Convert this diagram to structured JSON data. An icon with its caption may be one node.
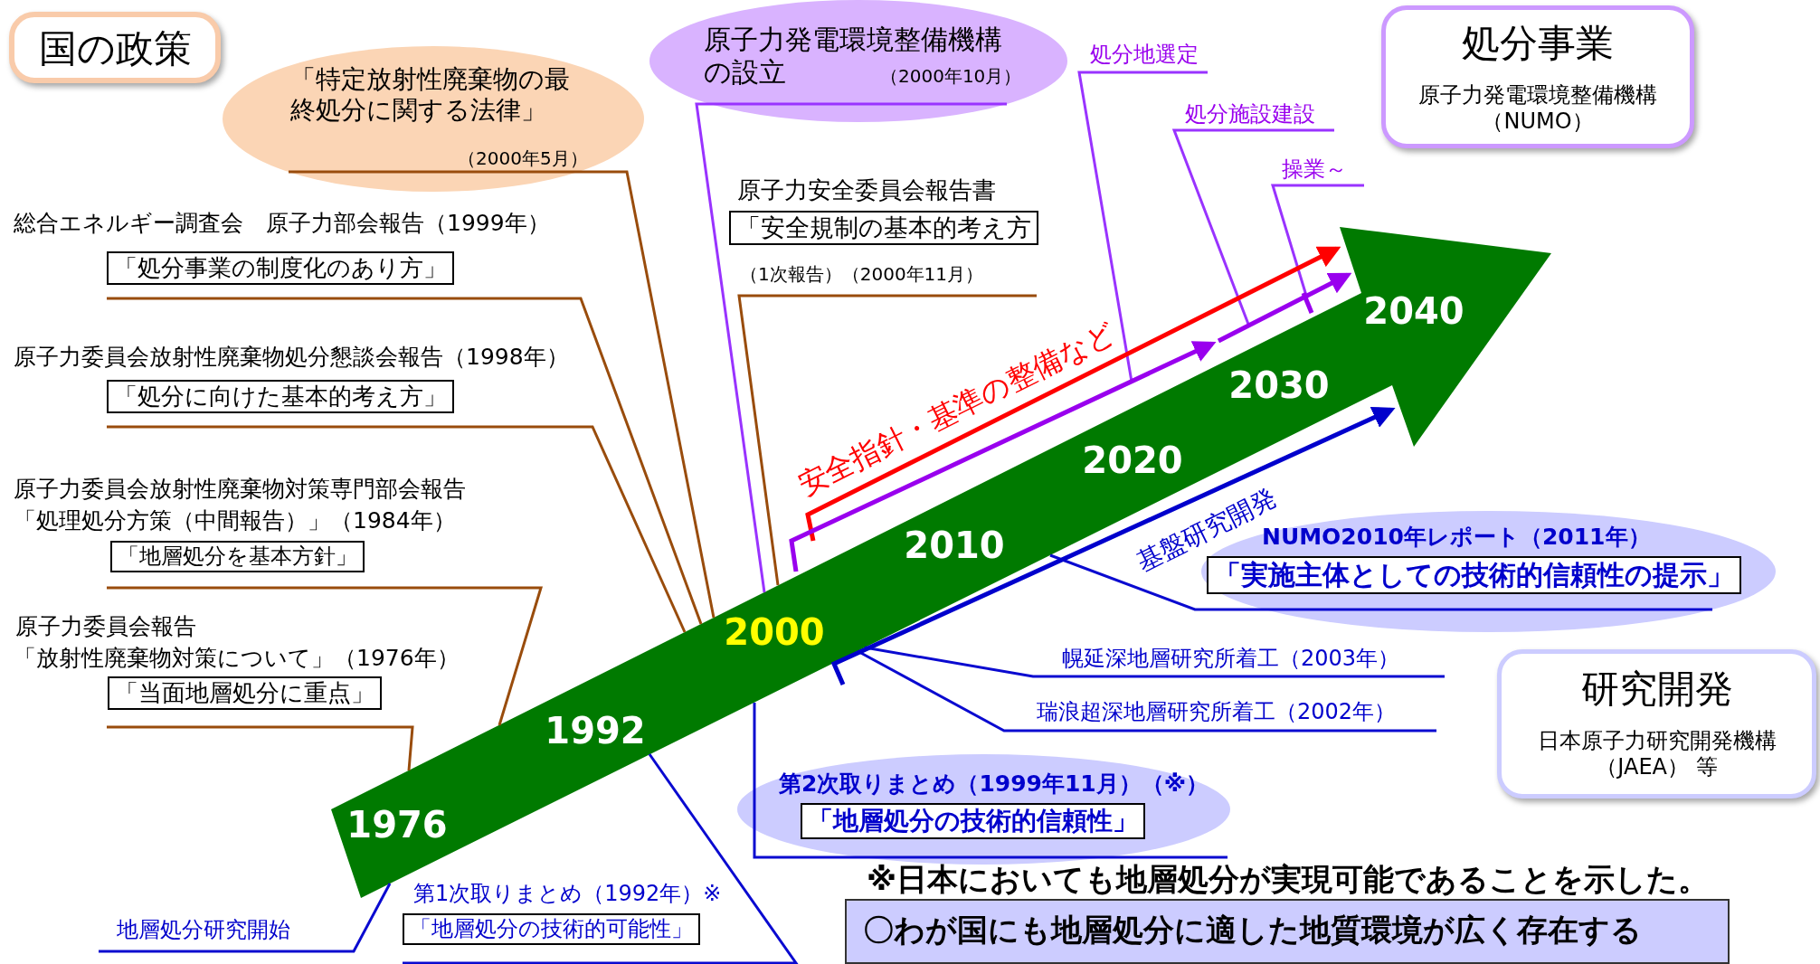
{
  "diagram": {
    "nodes": [
      {
        "text": [
          "国の政策"
        ]
      },
      {
        "text": [
          "「特定放射性廃棄物の最終処分に関する法律」",
          "（2000年5月）"
        ]
      },
      {
        "text": [
          "原子力発電環境整備機構の設立",
          "（2000年10月）"
        ]
      },
      {
        "text": [
          "処分地選定"
        ]
      },
      {
        "text": [
          "処分施設建設"
        ]
      },
      {
        "text": [
          "操業～"
        ]
      },
      {
        "text": [
          "処分事業",
          "原子力発電環境整備機構（NUMO）"
        ]
      },
      {
        "text": [
          "総合エネルギー調査会　原子力部会報告（1999年）",
          "「処分事業の制度化のあり方」"
        ]
      },
      {
        "text": [
          "原子力安全委員会報告書",
          "「安全規制の基本的考え方",
          "（1次報告）（2000年11月）"
        ]
      },
      {
        "text": [
          "原子力委員会放射性廃棄物処分懇談会報告（1998年）",
          "「処分に向けた基本的考え方」"
        ]
      },
      {
        "text": [
          "原子力委員会放射性廃棄物対策専門部会報告",
          "「処理処分方策（中間報告）」（1984年）",
          "「地層処分を基本方針」"
        ]
      },
      {
        "text": [
          "原子力委員会報告",
          "「放射性廃棄物対策について」（1976年）",
          "「当面地層処分に重点」"
        ]
      },
      {
        "text": [
          "NUMO2010年レポート（2011年）",
          "「実施主体としての技術的信頼性の提示」"
        ]
      },
      {
        "text": [
          "幌延深地層研究所着工（2003年）"
        ]
      },
      {
        "text": [
          "瑞浪超深地層研究所着工（2002年）"
        ]
      },
      {
        "text": [
          "研究開発",
          "日本原子力研究開発機構（JAEA） 等"
        ]
      },
      {
        "text": [
          "第2次取りまとめ（1999年11月）（※）",
          "「地層処分の技術的信頼性」"
        ]
      },
      {
        "text": [
          "地層処分研究開始"
        ]
      },
      {
        "text": [
          "第1次取りまとめ（1992年）※",
          "「地層処分の技術的可能性」"
        ]
      },
      {
        "text": [
          "〇わが国にも地層処分に適した地質環境が広く存在する"
        ]
      },
      {
        "text": [
          "1976",
          "1992",
          "2000",
          "2010",
          "2020",
          "2030",
          "2040"
        ]
      }
    ],
    "edges": [
      {
        "from": 1,
        "to": 20,
        "arrow": "none",
        "color": "#994c0c"
      },
      {
        "from": 2,
        "to": 20,
        "arrow": "none",
        "color": "#9933ff"
      },
      {
        "from": 3,
        "to": 20,
        "arrow": "none",
        "color": "#9933ff"
      },
      {
        "from": 4,
        "to": 20,
        "arrow": "none",
        "color": "#9933ff"
      },
      {
        "from": 5,
        "to": 20,
        "arrow": "none",
        "color": "#9933ff"
      },
      {
        "from": 7,
        "to": 20,
        "arrow": "none",
        "color": "#994c0c"
      },
      {
        "from": 8,
        "to": 20,
        "arrow": "none",
        "color": "#994c0c"
      },
      {
        "from": 9,
        "to": 20,
        "arrow": "none",
        "color": "#994c0c"
      },
      {
        "from": 10,
        "to": 20,
        "arrow": "none",
        "color": "#994c0c"
      },
      {
        "from": 11,
        "to": 20,
        "arrow": "none",
        "color": "#994c0c"
      },
      {
        "from": 12,
        "to": 20,
        "arrow": "none",
        "color": "#0a0ad0"
      },
      {
        "from": 13,
        "to": 20,
        "arrow": "none",
        "color": "#0a0ad0"
      },
      {
        "from": 14,
        "to": 20,
        "arrow": "none",
        "color": "#0a0ad0"
      },
      {
        "from": 16,
        "to": 20,
        "arrow": "none",
        "color": "#0a0ad0"
      },
      {
        "from": 17,
        "to": 20,
        "arrow": "none",
        "color": "#0a0ad0"
      },
      {
        "from": 18,
        "to": 20,
        "arrow": "none",
        "color": "#0a0ad0"
      }
    ],
    "labels": [
      "安全指針・基準の整備など",
      "基盤研究開発",
      "※日本においても地層処分が実現可能であることを示した。"
    ]
  }
}
